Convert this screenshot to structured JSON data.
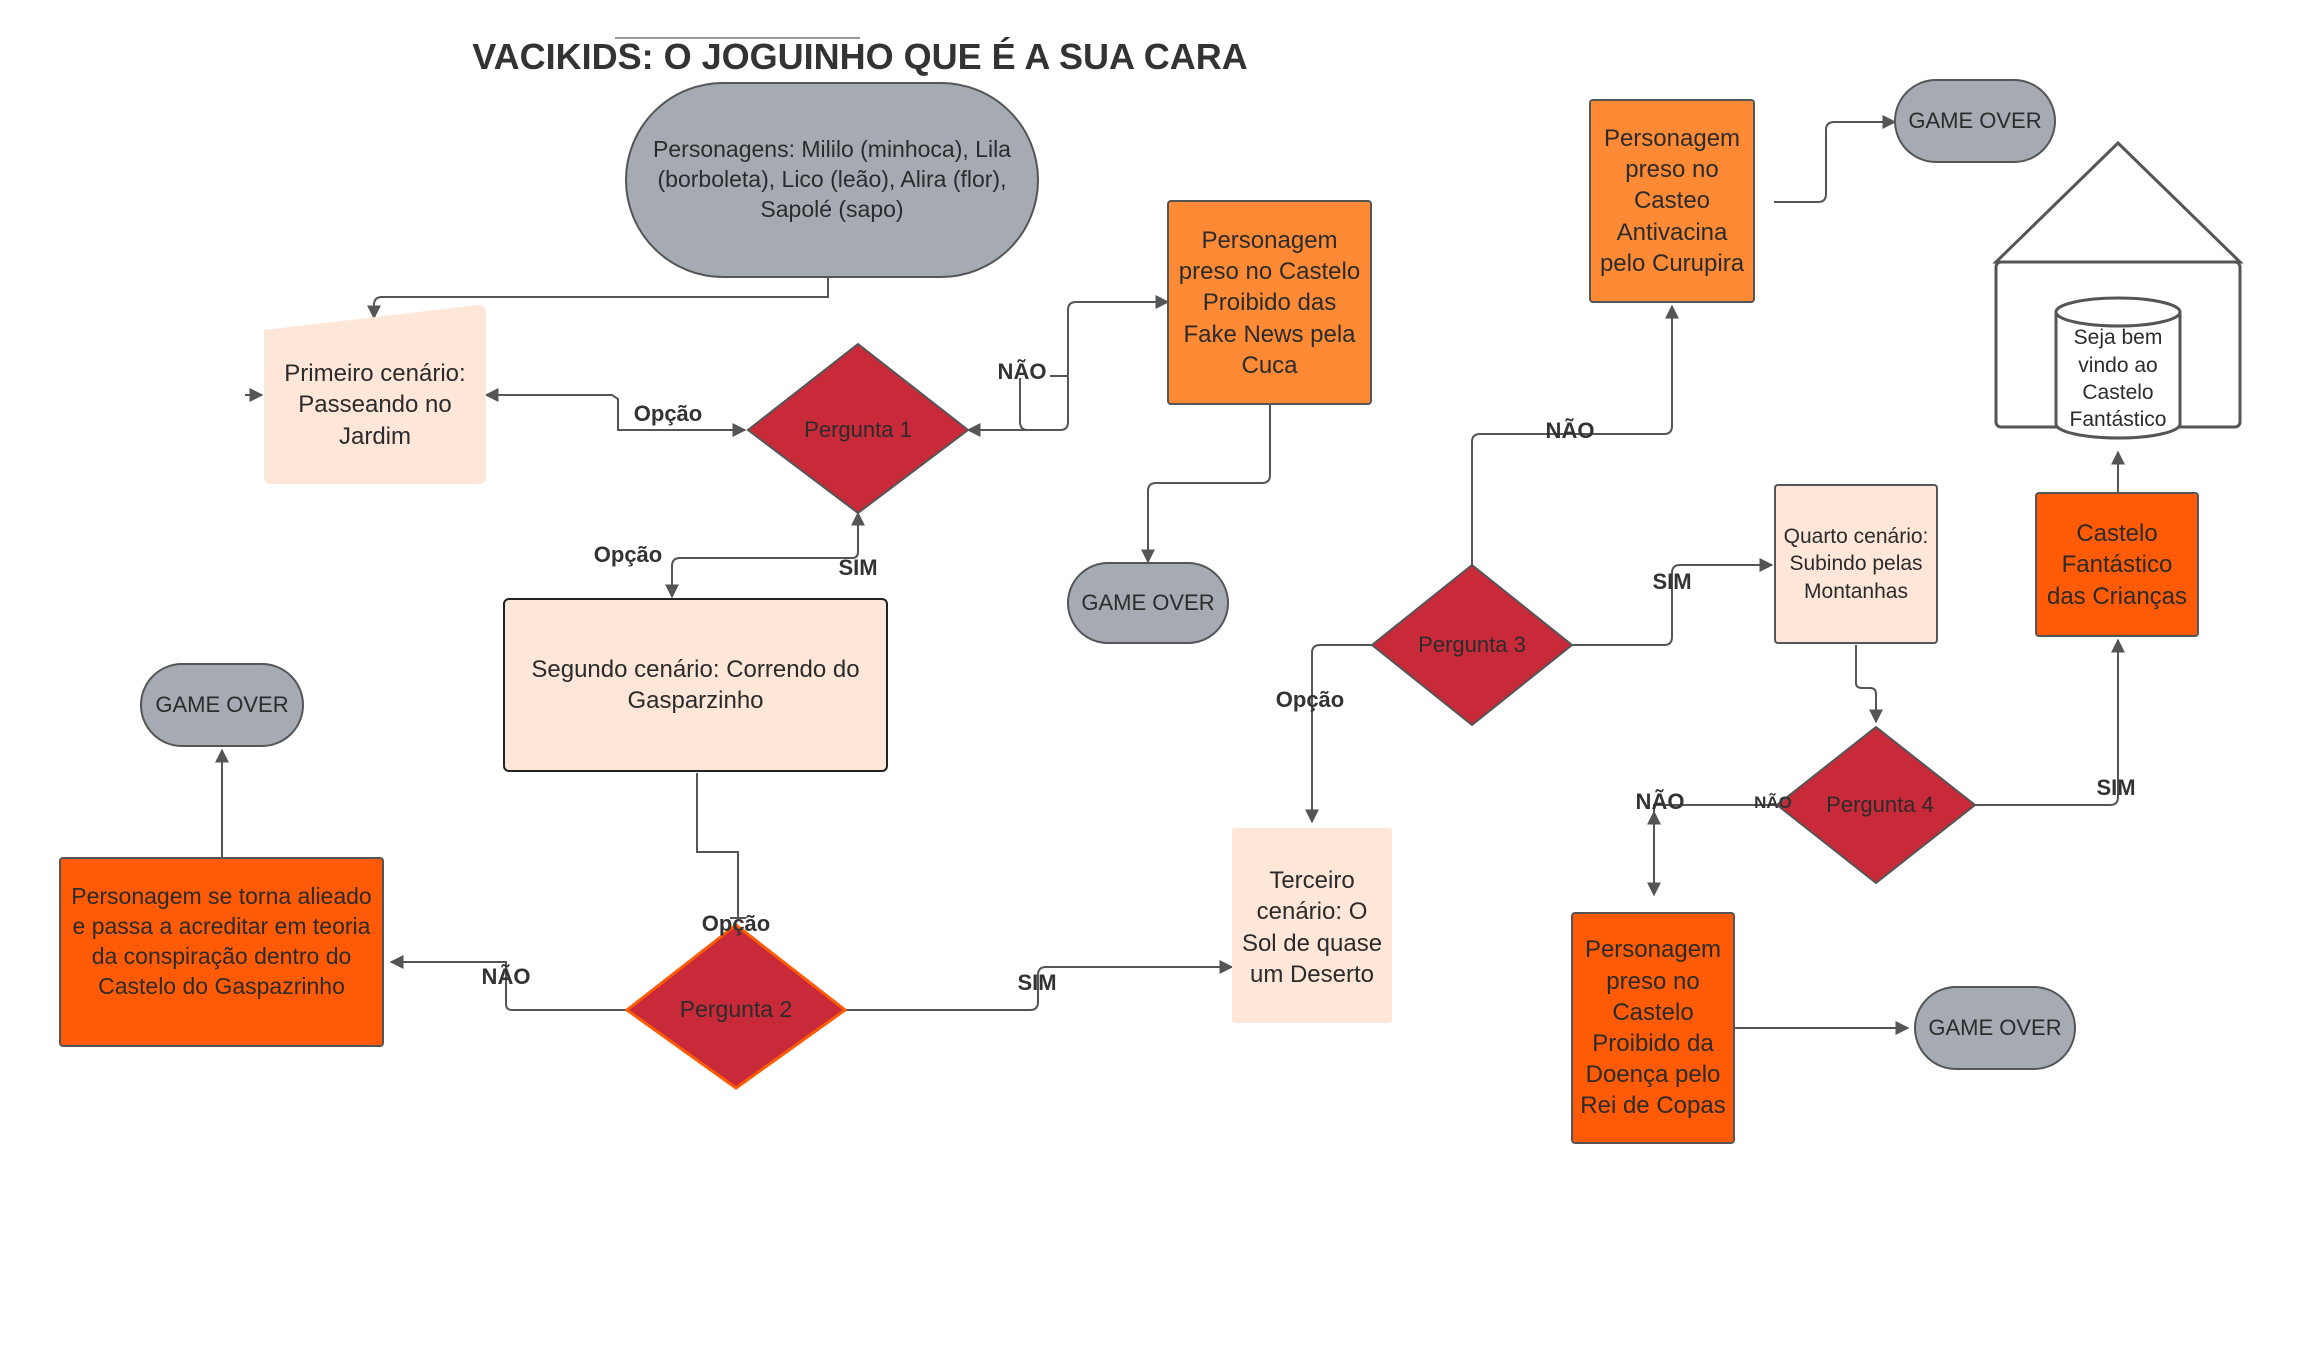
{
  "title": "VACIKIDS: O JOGUINHO QUE É A SUA CARA",
  "colors": {
    "gray": "#a6abb3",
    "peach": "#fee6d8",
    "orange": "#ff8a35",
    "dark_orange": "#ff5a05",
    "red": "#c92a3a",
    "stroke": "#555555"
  },
  "nodes": {
    "personagens": "Personagens: Mililo (minhoca), Lila (borboleta), Lico (leão), Alira (flor), Sapolé (sapo)",
    "cenario1": "Primeiro cenário: Passeando no Jardim",
    "pergunta1": "Pergunta 1",
    "preso_fake_news": "Personagem preso no Castelo Proibido das Fake News pela Cuca",
    "game_over_1": "GAME OVER",
    "cenario2": "Segundo cenário: Correndo do Gasparzinho",
    "pergunta2": "Pergunta 2",
    "alienado": "Personagem se torna alieado e passa a acreditar em teoria da conspiração dentro do Castelo do Gaspazrinho",
    "game_over_2": "GAME OVER",
    "cenario3": "Terceiro cenário: O Sol de quase um Deserto",
    "pergunta3": "Pergunta 3",
    "preso_antivacina": "Personagem preso no Casteo Antivacina pelo Curupira",
    "game_over_3": "GAME OVER",
    "cenario4": "Quarto cenário: Subindo pelas Montanhas",
    "pergunta4": "Pergunta 4",
    "preso_doenca": "Personagem preso no Castelo Proibido da Doença pelo Rei de Copas",
    "game_over_4": "GAME OVER",
    "castelo_fantastico": "Castelo Fantástico das Crianças",
    "bem_vindo": "Seja bem vindo ao Castelo Fantástico"
  },
  "edge_labels": {
    "opcao_p1": "Opção",
    "nao_p1": "NÃO",
    "opcao_p1_down": "Opção",
    "sim_p1": "SIM",
    "opcao_p2": "Opção",
    "nao_p2": "NÃO",
    "sim_p2": "SIM",
    "nao_p3": "NÃO",
    "sim_p3": "SIM",
    "opcao_p3": "Opção",
    "nao_p4": "NÃO",
    "nao_p4_small": "NÃO",
    "sim_p4": "SIM"
  }
}
